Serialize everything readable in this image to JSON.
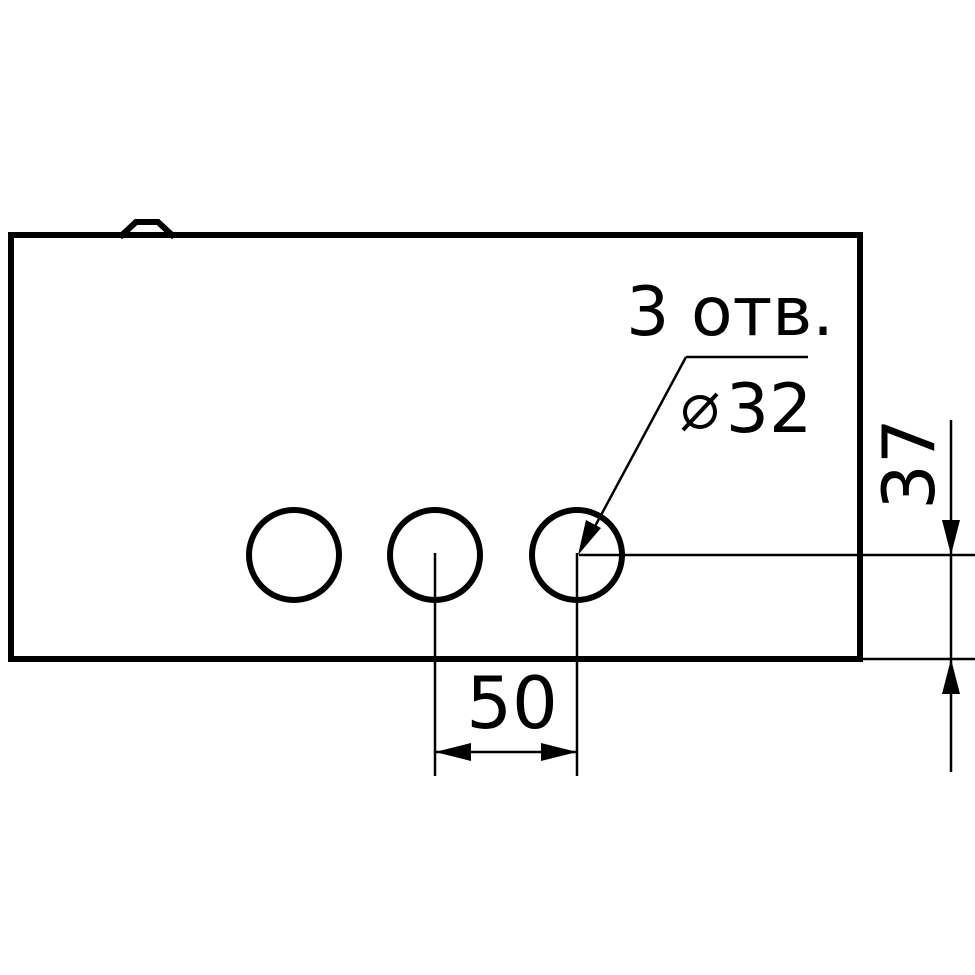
{
  "drawing": {
    "note_count": "3 отв.",
    "note_diameter_symbol": "⌀",
    "note_diameter": "32",
    "dim_spacing": "50",
    "dim_height": "37"
  }
}
